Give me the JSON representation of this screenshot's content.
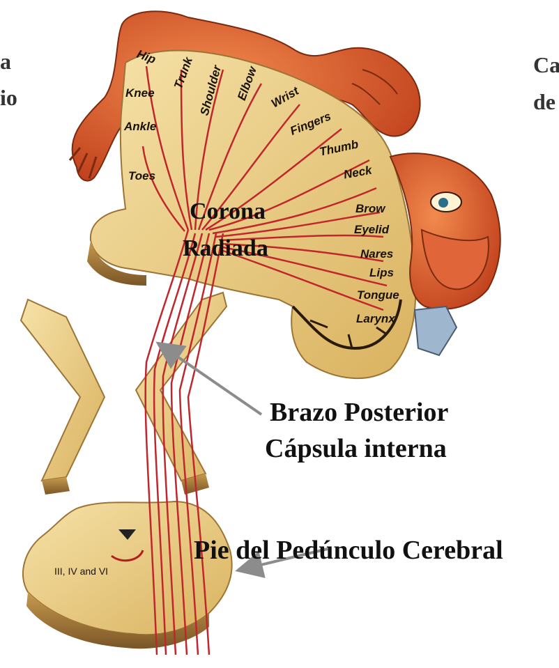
{
  "edge_text": {
    "left_top": "a",
    "left_bottom": "io",
    "right_top": "Ca",
    "right_bottom": "de"
  },
  "homunculus": {
    "hip": "Hip",
    "trunk": "Trunk",
    "shoulder": "Shoulder",
    "elbow": "Elbow",
    "knee": "Knee",
    "wrist": "Wrist",
    "ankle": "Ankle",
    "fingers": "Fingers",
    "thumb": "Thumb",
    "toes": "Toes",
    "neck": "Neck",
    "brow": "Brow",
    "eyelid": "Eyelid",
    "nares": "Nares",
    "lips": "Lips",
    "tongue": "Tongue",
    "larynx": "Larynx"
  },
  "labels": {
    "corona_line1": "Corona",
    "corona_line2": "Radiada",
    "capsule_line1": "Brazo Posterior",
    "capsule_line2": "Cápsula interna",
    "peduncle": "Pie del Pedúnculo Cerebral",
    "nuclei": "III, IV and VI"
  },
  "colors": {
    "tissue": "#f1d590",
    "tissue_shadow": "#b88f4a",
    "fiber": "#c0262c",
    "body": "#d9532a",
    "arrow": "#8c8c8c"
  }
}
